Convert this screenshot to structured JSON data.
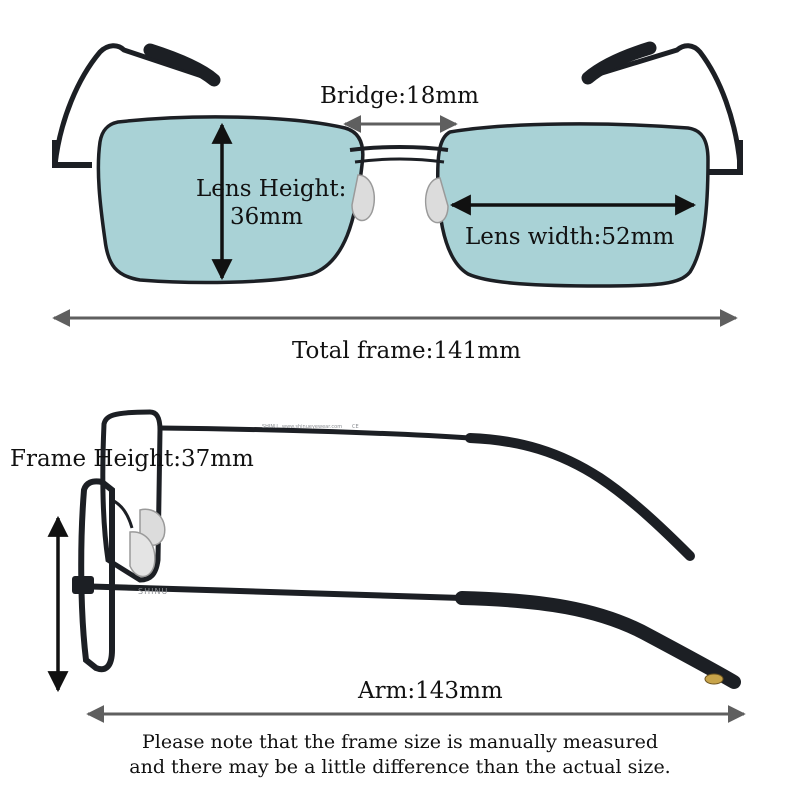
{
  "labels": {
    "bridge": "Bridge:18mm",
    "lens_height_line1": "Lens Height:",
    "lens_height_line2": "36mm",
    "lens_width": "Lens width:52mm",
    "total_frame": "Total frame:141mm",
    "frame_height": "Frame Height:37mm",
    "arm": "Arm:143mm"
  },
  "temple_print": {
    "brand": "SHINU",
    "website": "www.shinueyewear.com",
    "mark": "CE"
  },
  "note": {
    "line1": "Please note that  the frame size is manually measured",
    "line2": "and there may be a little difference than the actual size."
  },
  "colors": {
    "lens_tint": "#a9d2d6",
    "frame": "#1c1f24",
    "arrow_gray": "#5f5f5f",
    "arrow_black": "#111111",
    "nose_pad": "#dcdcdc",
    "tip_dot": "#c8a44a"
  }
}
